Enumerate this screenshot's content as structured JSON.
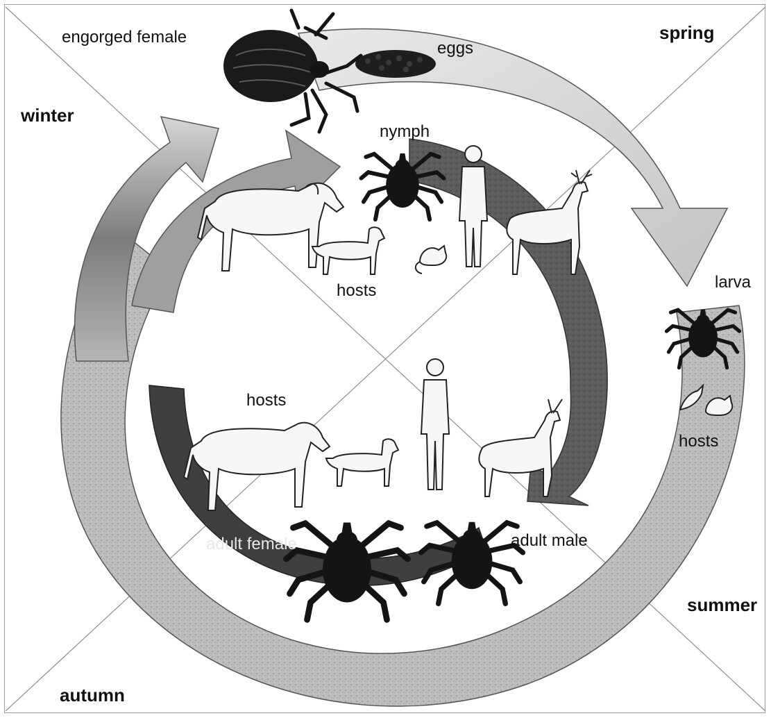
{
  "seasons": {
    "spring": "spring",
    "summer": "summer",
    "autumn": "autumn",
    "winter": "winter"
  },
  "stages": {
    "engorged_female": "engorged female",
    "eggs": "eggs",
    "larva": "larva",
    "nymph": "nymph",
    "adult_female": "adult female",
    "adult_male": "adult male"
  },
  "hosts": {
    "larva_hosts": "hosts",
    "nymph_hosts": "hosts",
    "adult_hosts": "hosts"
  },
  "colors": {
    "outer_arrow": "#c9c9c9",
    "inner_arrow": "#6a6a6a",
    "winter_arrow": "#8a8a8a",
    "tick": "#141414",
    "animal_fill": "#f7f7f7",
    "animal_stroke": "#222222"
  },
  "icons": [
    "tick-icon",
    "eggs-icon",
    "horse-icon",
    "dog-icon",
    "mouse-icon",
    "human-icon",
    "deer-icon",
    "bird-icon"
  ]
}
